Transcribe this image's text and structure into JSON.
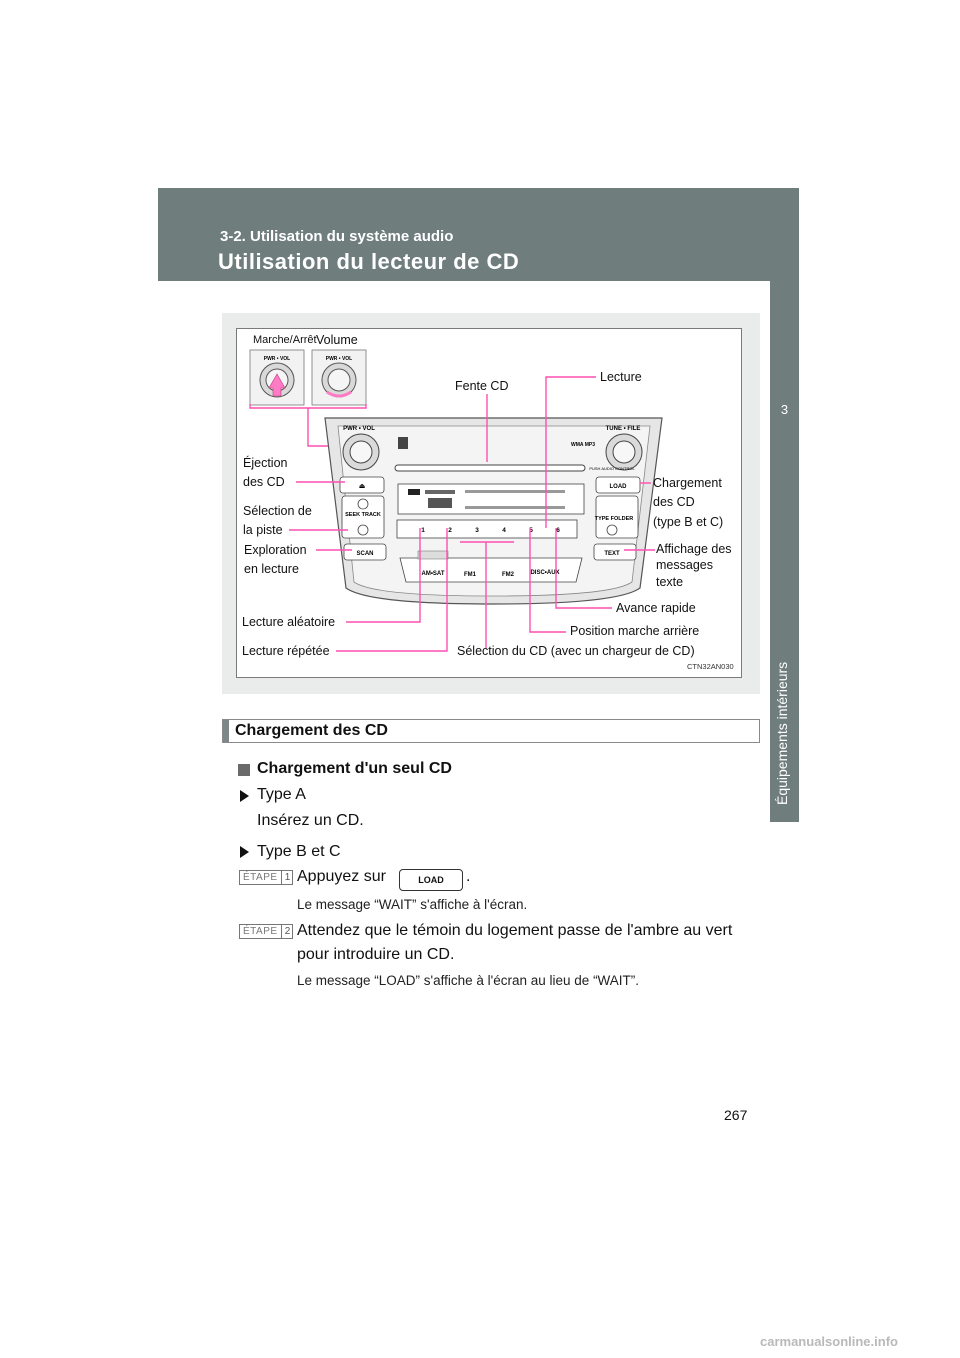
{
  "header": {
    "section": "3-2. Utilisation du système audio",
    "title": "Utilisation du lecteur de CD"
  },
  "side_tab": {
    "number": "3",
    "label": "Équipements intérieurs"
  },
  "figure": {
    "code": "CTN32AN030",
    "labels": {
      "power": "Marche/Arrêt",
      "volume": "Volume",
      "slot": "Fente CD",
      "play": "Lecture",
      "eject_1": "Éjection",
      "eject_2": "des CD",
      "track_1": "Sélection de",
      "track_2": "la piste",
      "scan_1": "Exploration",
      "scan_2": "en lecture",
      "load_1": "Chargement",
      "load_2": "des CD",
      "load_3": "(type B et C)",
      "text_1": "Affichage des",
      "text_2": "messages",
      "text_3": "texte",
      "ff": "Avance rapide",
      "random": "Lecture aléatoire",
      "rew": "Position marche arrière",
      "repeat": "Lecture répétée",
      "disc_select": "Sélection du CD (avec un chargeur de CD)"
    },
    "panel": {
      "pwr_vol": "PWR • VOL",
      "tune_file": "TUNE • FILE",
      "seek_track": "SEEK TRACK",
      "scan": "SCAN",
      "load": "LOAD",
      "type_folder": "TYPE FOLDER",
      "text": "TEXT",
      "am_sat": "AM•SAT",
      "fm1": "FM1",
      "fm2": "FM2",
      "disc_aux": "DISC•AUX",
      "presets": [
        "1",
        "2",
        "3",
        "4",
        "5",
        "6"
      ],
      "wma_mp3": "WMA MP3",
      "push_audio": "PUSH AUDIO CONTROL"
    }
  },
  "section": {
    "heading": "Chargement des CD",
    "subheading": "Chargement d'un seul CD",
    "type_a": "Type A",
    "type_a_instruction": "Insérez un CD.",
    "type_bc": "Type B et C",
    "step_word": "ÉTAPE",
    "step1_num": "1",
    "step1_text_before": "Appuyez sur",
    "step1_text_after": ".",
    "step1_button": "LOAD",
    "step1_note": "Le message “WAIT” s'affiche à l'écran.",
    "step2_num": "2",
    "step2_text_line1": "Attendez que le témoin du logement passe de l'ambre au vert",
    "step2_text_line2": "pour introduire un CD.",
    "step2_note": "Le message “LOAD” s'affiche à l'écran au lieu de “WAIT”."
  },
  "page_number": "267",
  "watermark": "carmanualsonline.info"
}
